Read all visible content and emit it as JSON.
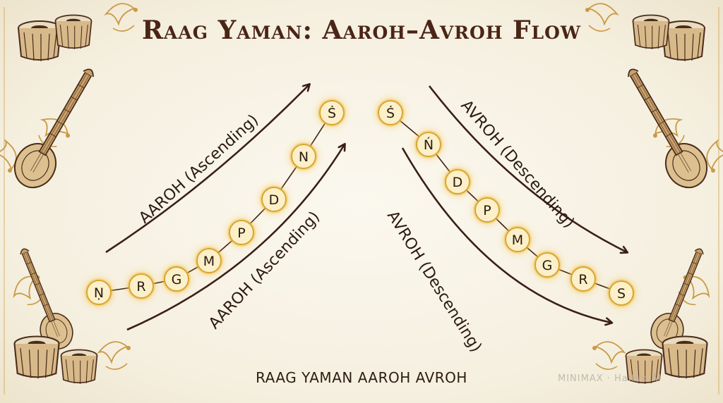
{
  "title": "Raag Yaman: Aaroh–Avroh Flow",
  "footer": "RAAG YAMAN AAROH AVROH",
  "watermark": "MINIMAX · Hailuo AI",
  "labels": {
    "aaroh_top": "AAROH (Ascending)",
    "aaroh_bottom": "AAROH (Ascending)",
    "avroh_top": "AVROH (Descending)",
    "avroh_bottom": "AVROH (Descending)"
  },
  "aaroh_notes": [
    "Ṇ",
    "R",
    "G",
    "M",
    "P",
    "D",
    "N",
    "Ṡ"
  ],
  "avroh_notes": [
    "Ṡ",
    "Ń",
    "D",
    "P",
    "M",
    "G",
    "R",
    "S"
  ],
  "colors": {
    "ink": "#3a1f16",
    "note_fill": "#fbf0c9",
    "note_glow": "#f3c24a",
    "ornament": "#c99a45"
  },
  "icons": [
    "tabla-icon",
    "sitar-icon",
    "floral-ornament-icon"
  ]
}
